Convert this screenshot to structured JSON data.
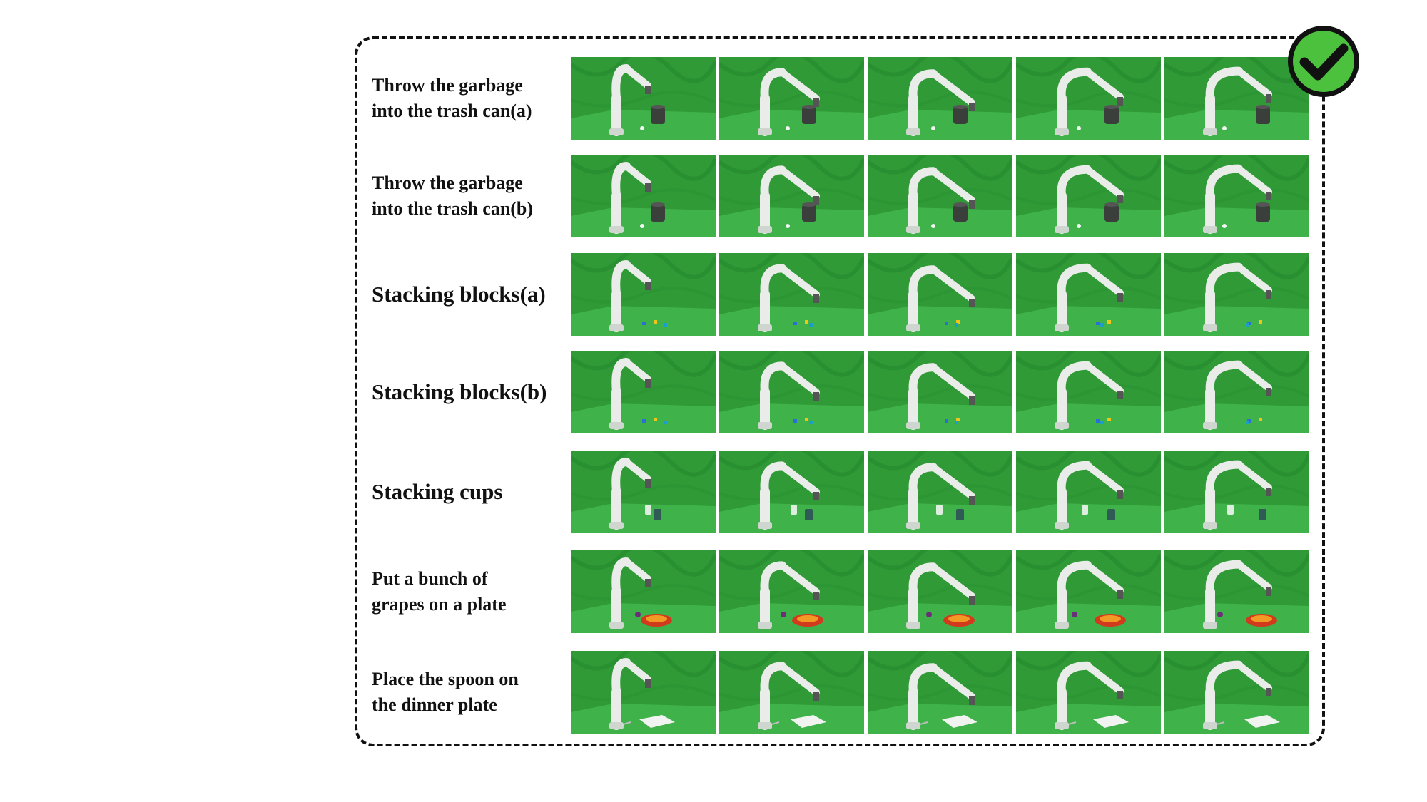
{
  "rows": [
    {
      "label": "Throw the garbage\ninto the trash can(a)",
      "lines": 2,
      "prop": "trashcan"
    },
    {
      "label": "Throw the garbage\ninto the trash can(b)",
      "lines": 2,
      "prop": "trashcan"
    },
    {
      "label": "Stacking blocks(a)",
      "lines": 1,
      "prop": "blocks"
    },
    {
      "label": "Stacking blocks(b)",
      "lines": 1,
      "prop": "blocks"
    },
    {
      "label": "Stacking cups",
      "lines": 1,
      "prop": "cups"
    },
    {
      "label": "Put a bunch of\ngrapes on a plate",
      "lines": 2,
      "prop": "plate"
    },
    {
      "label": "Place the spoon on\nthe dinner plate",
      "lines": 2,
      "prop": "dinnerplate"
    }
  ],
  "frames_per_row": 5,
  "colors": {
    "check_fill": "#4cc13e",
    "check_ring": "#111111",
    "backdrop": "#2f9a36",
    "table": "#3fb34a",
    "robot": "#e9ece9"
  },
  "icons": {
    "status": "checkmark-badge-icon"
  }
}
